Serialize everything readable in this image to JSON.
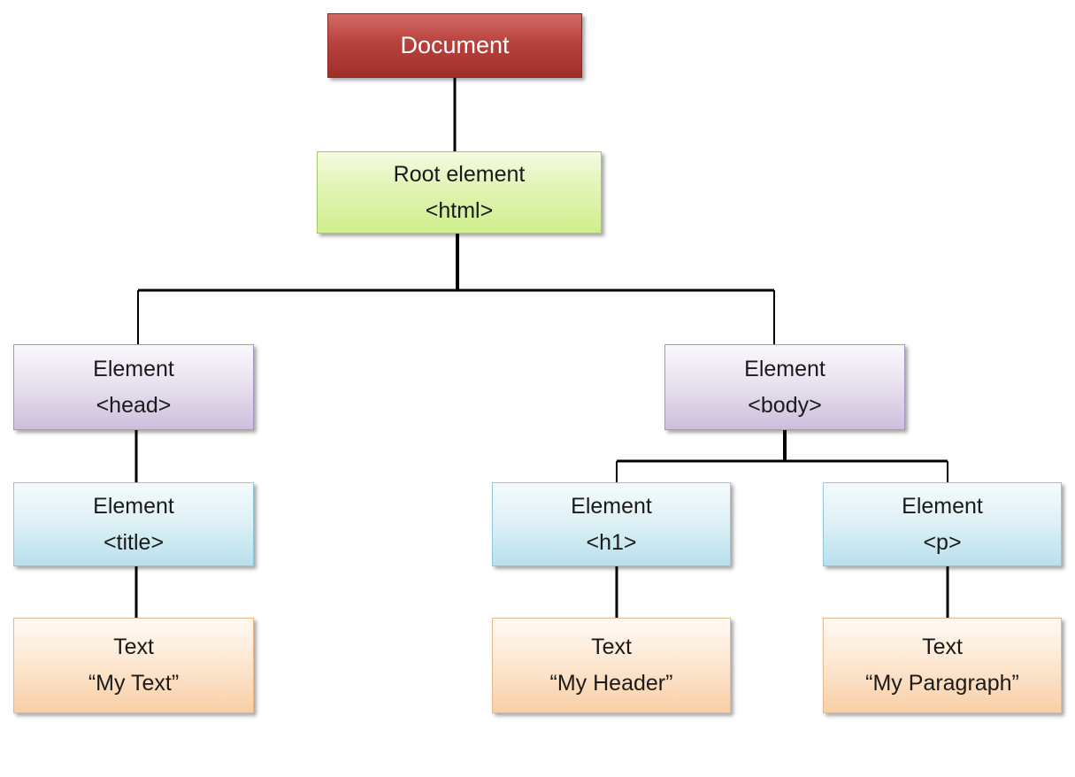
{
  "nodes": {
    "document": {
      "line1": "Document"
    },
    "root": {
      "line1": "Root element",
      "line2": "<html>"
    },
    "head": {
      "line1": "Element",
      "line2": "<head>"
    },
    "body": {
      "line1": "Element",
      "line2": "<body>"
    },
    "title": {
      "line1": "Element",
      "line2": "<title>"
    },
    "h1": {
      "line1": "Element",
      "line2": "<h1>"
    },
    "p": {
      "line1": "Element",
      "line2": "<p>"
    },
    "text_title": {
      "line1": "Text",
      "line2": "“My Text”"
    },
    "text_h1": {
      "line1": "Text",
      "line2": "“My Header”"
    },
    "text_p": {
      "line1": "Text",
      "line2": "“My Paragraph”"
    }
  },
  "colors": {
    "document": "#b8423d",
    "root": "#dff3b0",
    "element_purple": "#e3dbec",
    "element_blue": "#d8eef5",
    "text_orange": "#fbe2c8",
    "connector": "#000000"
  }
}
